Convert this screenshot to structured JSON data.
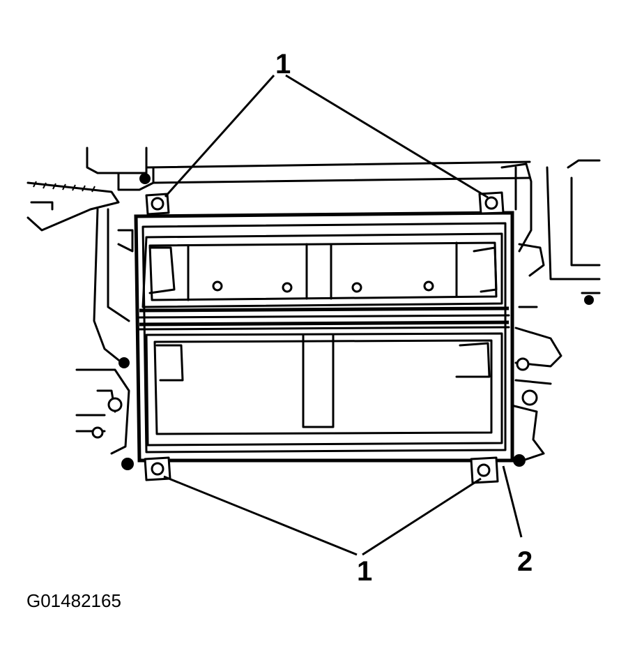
{
  "callouts": {
    "top": "1",
    "bottom": "1",
    "right": "2"
  },
  "figure_id": "G01482165"
}
